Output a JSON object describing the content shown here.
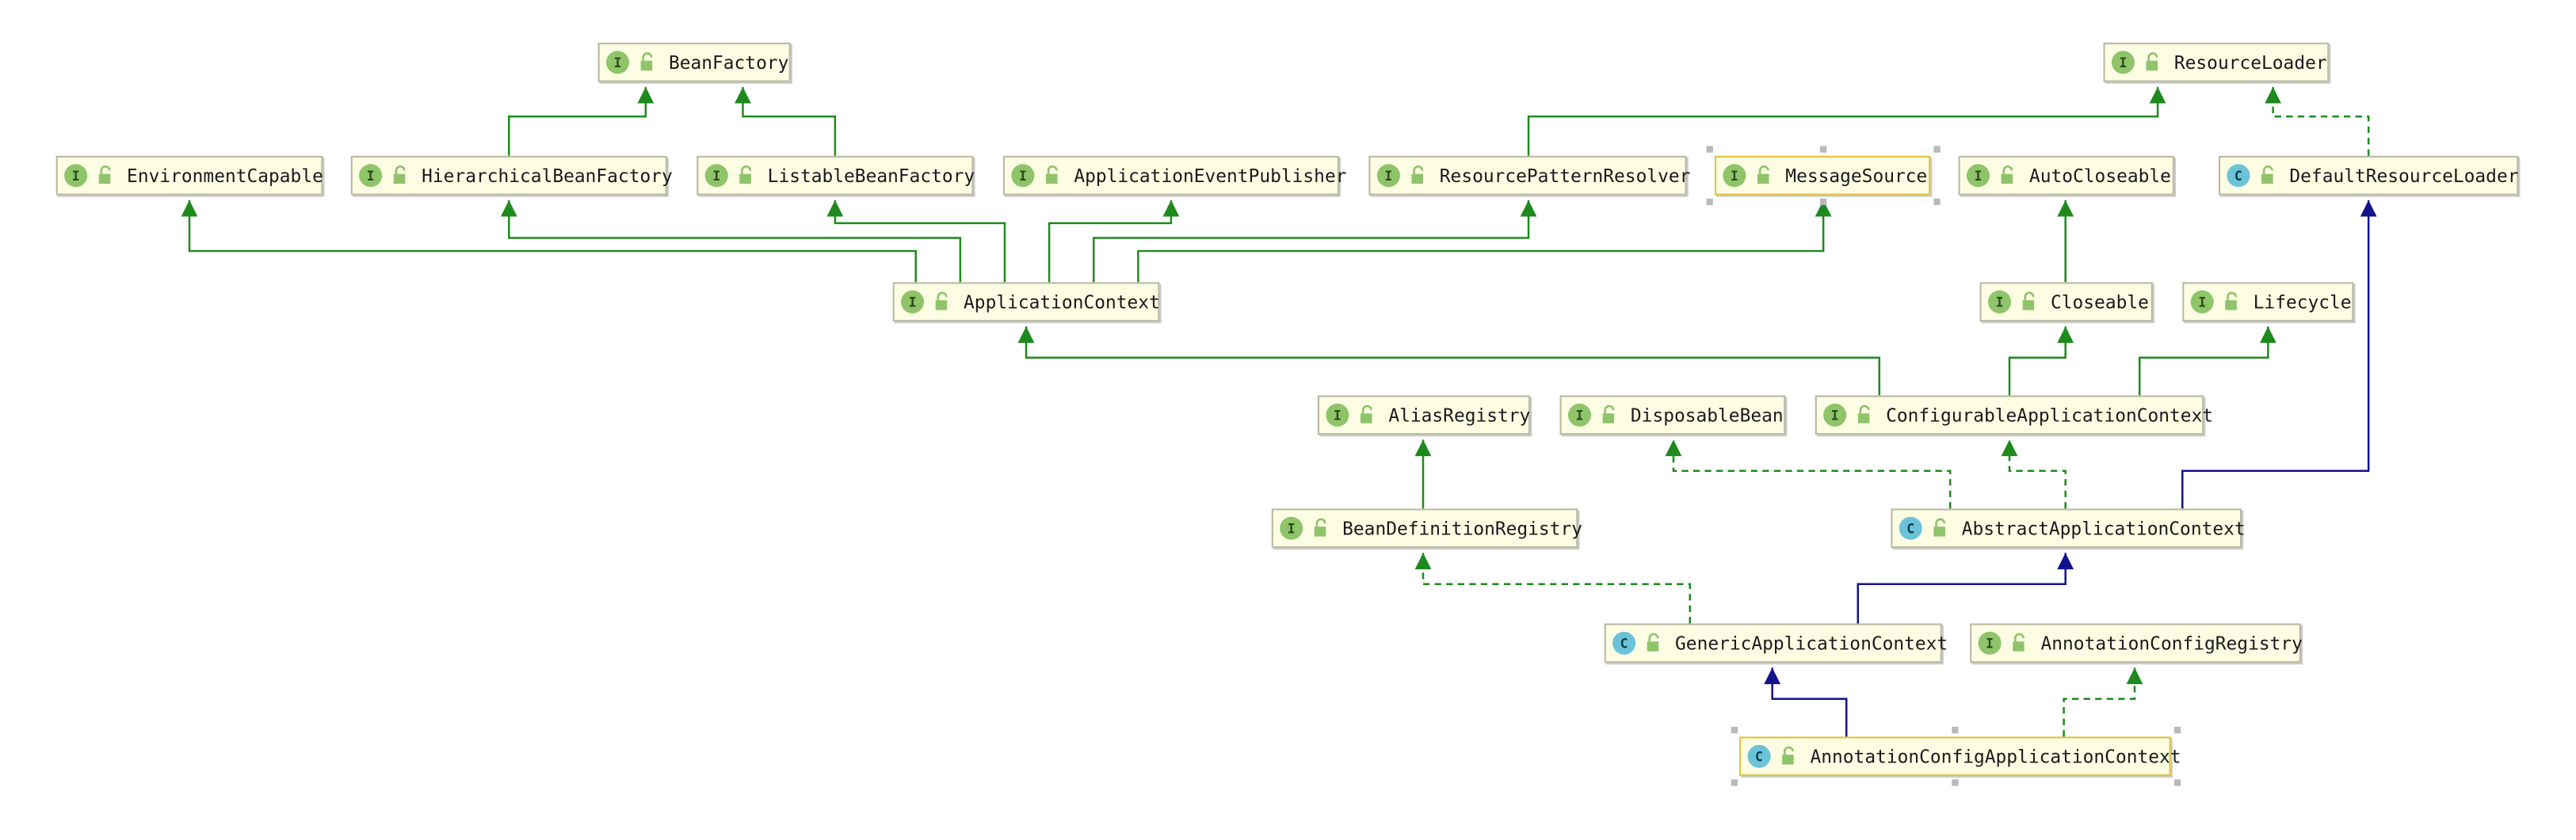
{
  "nodes": {
    "bean_factory": {
      "kind": "I",
      "name": "BeanFactory"
    },
    "resource_loader": {
      "kind": "I",
      "name": "ResourceLoader"
    },
    "environment_capable": {
      "kind": "I",
      "name": "EnvironmentCapable"
    },
    "hierarchical_bean_factory": {
      "kind": "I",
      "name": "HierarchicalBeanFactory"
    },
    "listable_bean_factory": {
      "kind": "I",
      "name": "ListableBeanFactory"
    },
    "application_event_publisher": {
      "kind": "I",
      "name": "ApplicationEventPublisher"
    },
    "resource_pattern_resolver": {
      "kind": "I",
      "name": "ResourcePatternResolver"
    },
    "message_source": {
      "kind": "I",
      "name": "MessageSource"
    },
    "auto_closeable": {
      "kind": "I",
      "name": "AutoCloseable"
    },
    "default_resource_loader": {
      "kind": "C",
      "name": "DefaultResourceLoader"
    },
    "application_context": {
      "kind": "I",
      "name": "ApplicationContext"
    },
    "closeable": {
      "kind": "I",
      "name": "Closeable"
    },
    "lifecycle": {
      "kind": "I",
      "name": "Lifecycle"
    },
    "alias_registry": {
      "kind": "I",
      "name": "AliasRegistry"
    },
    "disposable_bean": {
      "kind": "I",
      "name": "DisposableBean"
    },
    "configurable_application_context": {
      "kind": "I",
      "name": "ConfigurableApplicationContext"
    },
    "bean_definition_registry": {
      "kind": "I",
      "name": "BeanDefinitionRegistry"
    },
    "abstract_application_context": {
      "kind": "C",
      "name": "AbstractApplicationContext"
    },
    "generic_application_context": {
      "kind": "C",
      "name": "GenericApplicationContext"
    },
    "annotation_config_registry": {
      "kind": "I",
      "name": "AnnotationConfigRegistry"
    },
    "annotation_config_application_context": {
      "kind": "C",
      "name": "AnnotationConfigApplicationContext"
    }
  },
  "edge_colors": {
    "extends_interface": "#1e8a1e",
    "implements": "#1e8a1e",
    "extends_class": "#12128c"
  }
}
